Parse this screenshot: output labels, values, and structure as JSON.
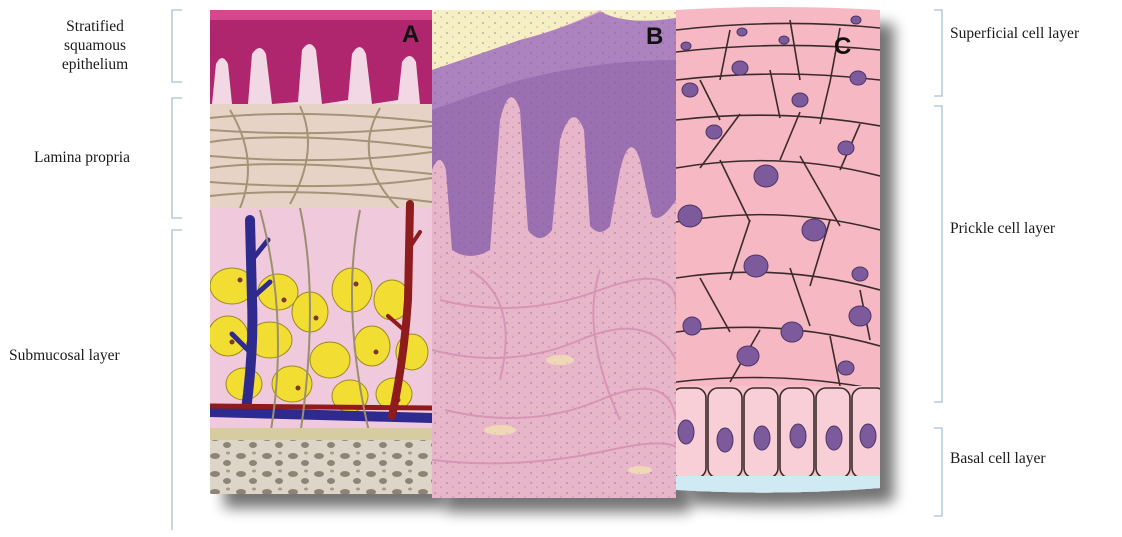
{
  "left_labels": {
    "epithelium": [
      "Stratified",
      "squamous",
      "epithelium"
    ],
    "lamina_propria": "Lamina propria",
    "submucosal": "Submucosal layer"
  },
  "right_labels": {
    "superficial": "Superficial cell layer",
    "prickle": "Prickle cell layer",
    "basal": "Basal cell layer"
  },
  "panels": {
    "a": "A",
    "b": "B",
    "c": "C"
  },
  "colors": {
    "epithelium_magenta": "#b0286e",
    "collagen": "#9c8e70",
    "fat_yellow": "#f2de32",
    "vein_blue": "#2d2a8e",
    "artery_red": "#8e1a1a",
    "he_pink": "#e8b6c9",
    "he_purple": "#9a6fb0",
    "cell_pink": "#f6b8c2",
    "nucleus_purple": "#7d5a9c",
    "bracket": "#a9bfd6"
  }
}
